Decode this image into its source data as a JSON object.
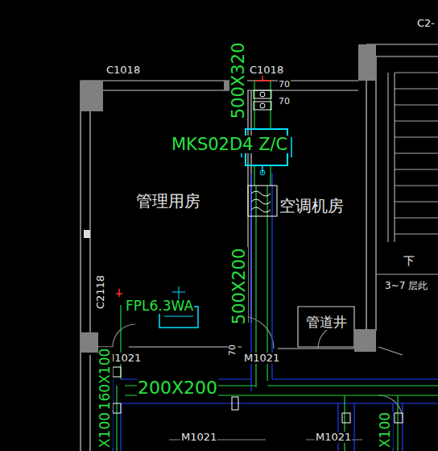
{
  "diagram": {
    "nodes": [
      {
        "text": [
          "管理用房"
        ]
      },
      {
        "text": [
          "空调机房"
        ]
      },
      {
        "text": [
          "管道井"
        ]
      }
    ],
    "labels": [
      "C2-",
      "C1018",
      "C1018",
      "500X320",
      "70",
      "70",
      "MKS02D4 Z/C",
      "下",
      "3~7 层此",
      "C2118",
      "FPL6.3WA",
      "500X200",
      "70",
      "M1021",
      "M1021",
      "200X200",
      "160X100",
      "X100",
      "M1021",
      "M1021",
      "X100"
    ]
  }
}
